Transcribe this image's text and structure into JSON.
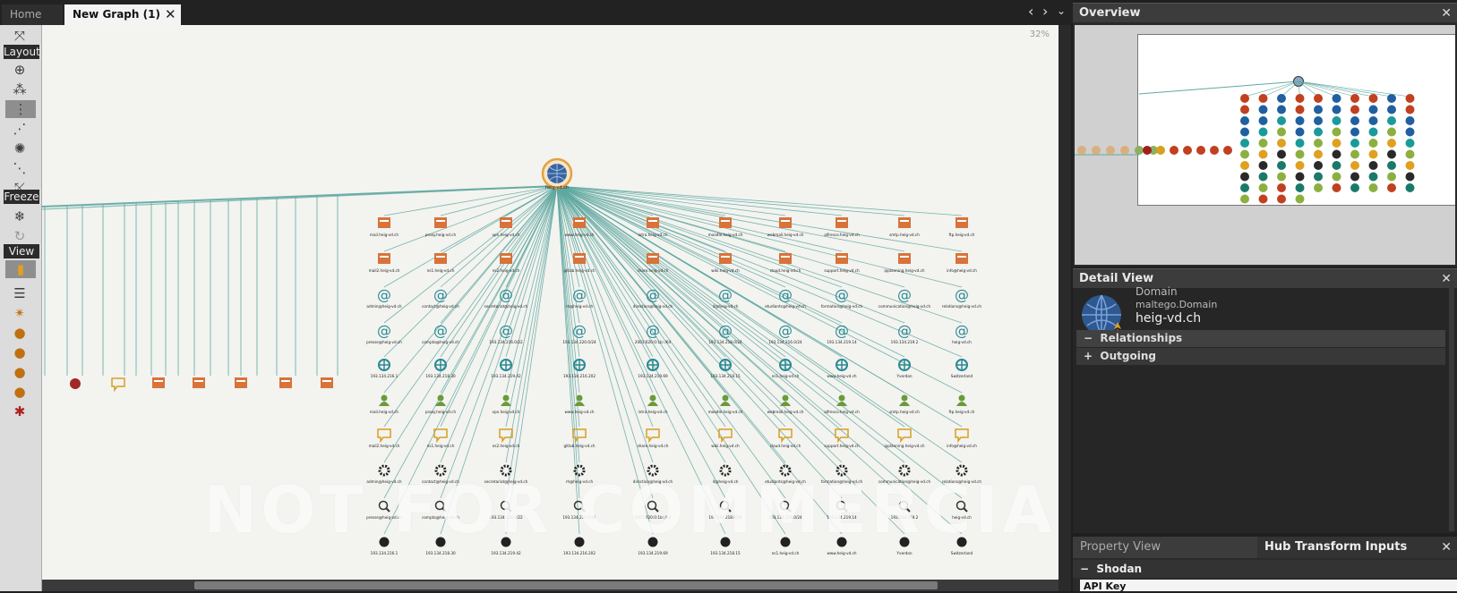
{
  "tabs": {
    "home": "Home",
    "graph": "New Graph (1)",
    "close": "✕"
  },
  "toolbar": {
    "layout_label": "Layout",
    "freeze_label": "Freeze",
    "view_label": "View"
  },
  "canvas": {
    "zoom": "32%",
    "watermark": "NOT FOR COMMERCIAL USE",
    "center_label": "heig-vd.ch",
    "nodes": [
      [
        "mail.heig-vd.ch",
        "proxy.heig-vd.ch",
        "vpn.heig-vd.ch",
        "www.heig-vd.ch",
        "intra.heig-vd.ch",
        "moodle.heig-vd.ch",
        "webmail.heig-vd.ch",
        "alfresco.heig-vd.ch",
        "smtp.heig-vd.ch",
        "ftp.heig-vd.ch"
      ],
      [
        "mail2.heig-vd.ch",
        "ns1.heig-vd.ch",
        "ns2.heig-vd.ch",
        "gitlab.heig-vd.ch",
        "share.heig-vd.ch",
        "wiki.heig-vd.ch",
        "cloud.heig-vd.ch",
        "support.heig-vd.ch",
        "ipplanning.heig-vd.ch",
        "info@heig-vd.ch"
      ],
      [
        "admin@heig-vd.ch",
        "contact@heig-vd.ch",
        "secretariat@heig-vd.ch",
        "rh@heig-vd.ch",
        "direction@heig-vd.ch",
        "it@heig-vd.ch",
        "etudiants@heig-vd.ch",
        "formation@heig-vd.ch",
        "communication@heig-vd.ch",
        "relations@heig-vd.ch"
      ],
      [
        "presse@heig-vd.ch",
        "compta@heig-vd.ch",
        "193.134.216.0/22",
        "193.134.220.0/24",
        "2001:620:0:1b::/64",
        "193.134.218.0/24",
        "193.134.216.0/24",
        "193.134.219.14",
        "193.134.219.2",
        "heig-vd.ch"
      ],
      [
        "193.134.216.1",
        "193.134.218.30",
        "193.134.219.42",
        "193.134.216.202",
        "193.134.219.69",
        "193.134.218.15",
        "ns1.heig-vd.ch",
        "www.heig-vd.ch",
        "Yverdon",
        "Switzerland"
      ]
    ]
  },
  "overview": {
    "title": "Overview"
  },
  "detail": {
    "title": "Detail View",
    "type": "Domain",
    "type_id": "maltego.Domain",
    "value": "heig-vd.ch",
    "sections": [
      "Relationships",
      "Outgoing"
    ],
    "section_prefixes": [
      "−",
      "+"
    ]
  },
  "property": {
    "tab_property": "Property View",
    "tab_hub": "Hub Transform Inputs",
    "section": "Shodan",
    "section_prefix": "−",
    "field_label": "API Key"
  },
  "colors": {
    "edge": "#5fa8a0",
    "domain": "#d8733a",
    "email": "#2a8a94",
    "person": "#6a9a3a",
    "phrase": "#d8a020"
  }
}
